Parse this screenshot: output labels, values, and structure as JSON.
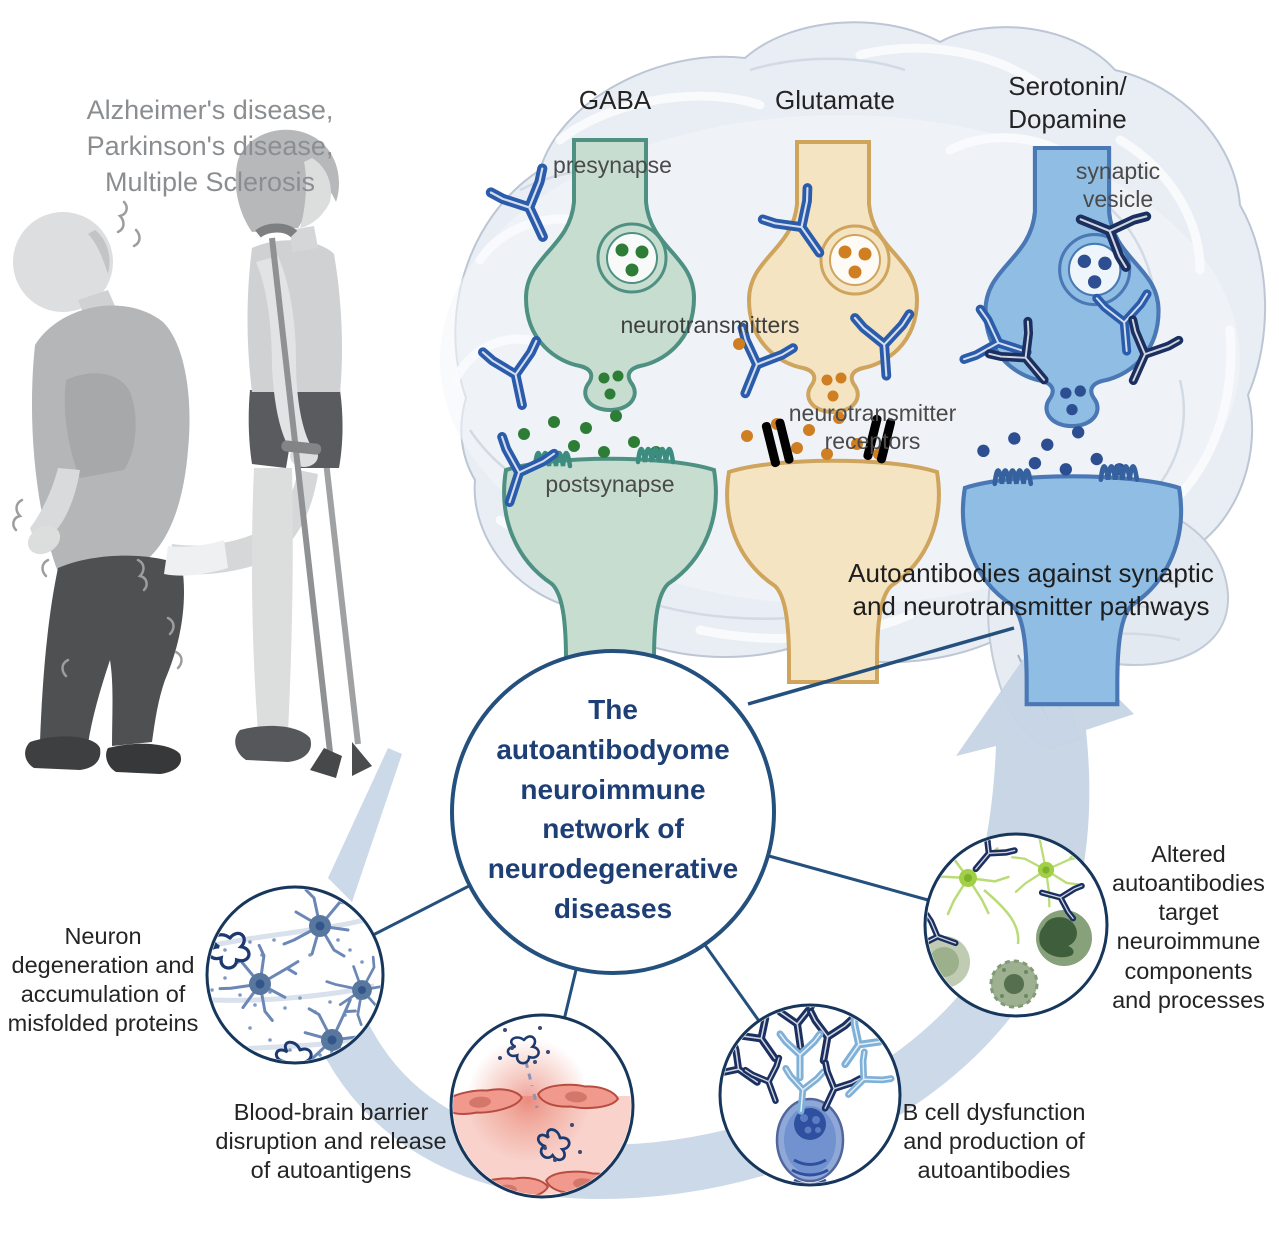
{
  "figure": {
    "diseases_label": "Alzheimer's disease,\nParkinson's disease,\nMultiple Sclerosis",
    "synapse_labels": {
      "gaba": "GABA",
      "glutamate": "Glutamate",
      "serotonin_dopamine": "Serotonin/\nDopamine"
    },
    "annotations": {
      "presynapse": "presynapse",
      "synaptic_vesicle": "synaptic\nvesicle",
      "neurotransmitters": "neurotransmitters",
      "neurotransmitter_receptors": "neurotransmitter\nreceptors",
      "postsynapse": "postsynapse",
      "brain_caption": "Autoantibodies against synaptic\nand neurotransmitter pathways"
    },
    "hub_label": "The\nautoantibodyome\nneuroimmune\nnetwork of\nneurodegenerative\ndiseases",
    "nodes": [
      {
        "id": "neuron-degeneration",
        "label": "Neuron\ndegeneration and\naccumulation of\nmisfolded proteins"
      },
      {
        "id": "blood-brain-barrier",
        "label": "Blood-brain barrier\ndisruption and release\nof autoantigens"
      },
      {
        "id": "b-cell-dysfunction",
        "label": "B cell dysfunction\nand production of\nautoantibodies"
      },
      {
        "id": "altered-autoantibodies",
        "label": "Altered\nautoantibodies\ntarget\nneuroimmune\ncomponents\nand processes"
      }
    ],
    "colors": {
      "gaba_outline": "#4e9183",
      "glutamate_outline": "#cfa45c",
      "serotonin_outline": "#4a78b4",
      "antibody_blue": "#2b5cab",
      "antibody_navy": "#1b3060",
      "hub_navy": "#1d3f75",
      "ribbon_blue": "#ccd9e8",
      "bbb_red": "#e0503f"
    }
  }
}
